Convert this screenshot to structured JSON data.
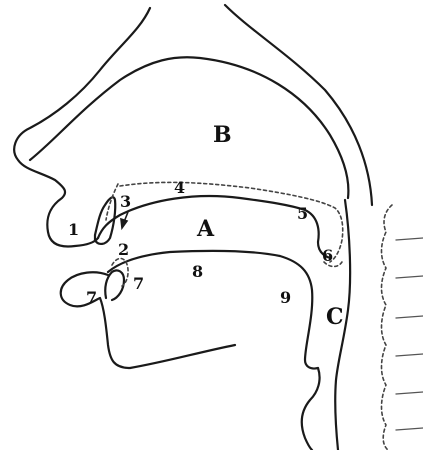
{
  "labels": {
    "region_B": "B",
    "region_A": "A",
    "region_C": "C",
    "n1": "1",
    "n2": "2",
    "n3": "3",
    "n4": "4",
    "n5": "5",
    "n6": "6",
    "n7_lower_lip": "7",
    "n7_tongue_tip": "7",
    "n8": "8",
    "n9": "9"
  },
  "colors": {
    "line": "#1a1a1a",
    "dotted": "#444444",
    "background": "#ffffff"
  }
}
